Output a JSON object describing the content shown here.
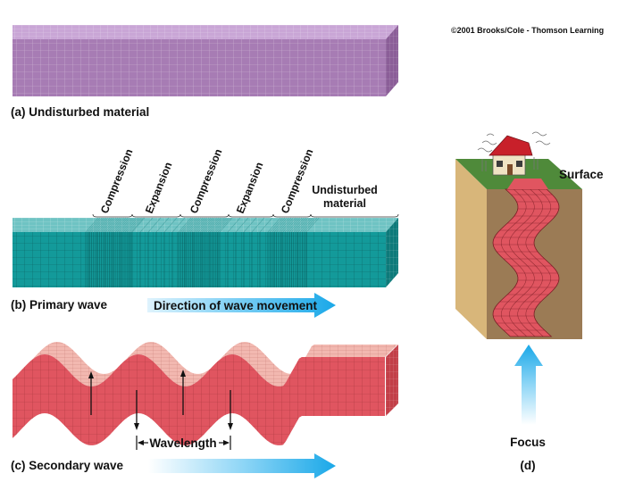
{
  "copyright": "©2001 Brooks/Cole - Thomson Learning",
  "panel_a": {
    "caption": "(a) Undisturbed material"
  },
  "panel_b": {
    "caption": "(b) Primary wave",
    "arrow_label": "Direction of wave movement",
    "zones": [
      "Compression",
      "Expansion",
      "Compression",
      "Expansion",
      "Compression"
    ],
    "undisturbed": [
      "Undisturbed",
      "material"
    ]
  },
  "panel_c": {
    "caption": "(c) Secondary wave",
    "wavelength_label": "Wavelength"
  },
  "panel_d": {
    "caption": "(d)",
    "surface_label": "Surface",
    "focus_label": "Focus"
  },
  "colors": {
    "purple_top": "#c9a6d6",
    "purple_front": "#a77cb4",
    "purple_side": "#8b5e98",
    "teal_top": "#6fc3c3",
    "teal_front": "#139a9a",
    "teal_side": "#0d7a7a",
    "red_top": "#f2b8b0",
    "red_front": "#e05560",
    "red_side": "#c23f48",
    "arrow_blue": "#1aa8e8",
    "earth_tan": "#d8b67a",
    "earth_brown": "#9b7b55",
    "grass": "#4f8a3a"
  }
}
